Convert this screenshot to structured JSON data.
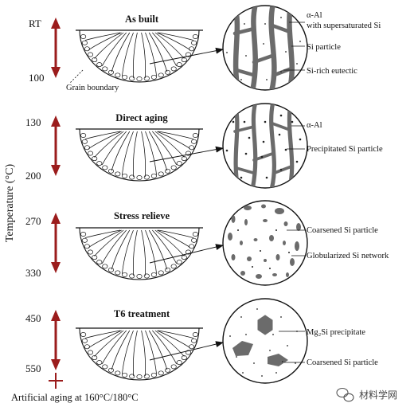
{
  "y_axis_label": "Temperature (°C)",
  "stages": [
    {
      "title": "As built",
      "temp_top": "RT",
      "temp_bottom": "100",
      "annotations": [
        "α-Al",
        "with supersaturated Si",
        "Si particle",
        "Si-rich eutectic"
      ],
      "extra_label": "Grain boundary"
    },
    {
      "title": "Direct aging",
      "temp_top": "130",
      "temp_bottom": "200",
      "annotations": [
        "α-Al",
        "Precipitated Si particle"
      ]
    },
    {
      "title": "Stress relieve",
      "temp_top": "270",
      "temp_bottom": "330",
      "annotations": [
        "Coarsened Si particle",
        "Globularized Si network"
      ]
    },
    {
      "title": "T6 treatment",
      "temp_top": "450",
      "temp_bottom": "550",
      "annotations": [
        "Mg₂Si precipitate",
        "Coarsened Si particle"
      ]
    }
  ],
  "footer": "Artificial aging at 160°C/180°C",
  "watermark": "材料学网",
  "colors": {
    "arrow": "#9b1c1c",
    "particle": "#6b6b6b",
    "line": "#111111"
  }
}
